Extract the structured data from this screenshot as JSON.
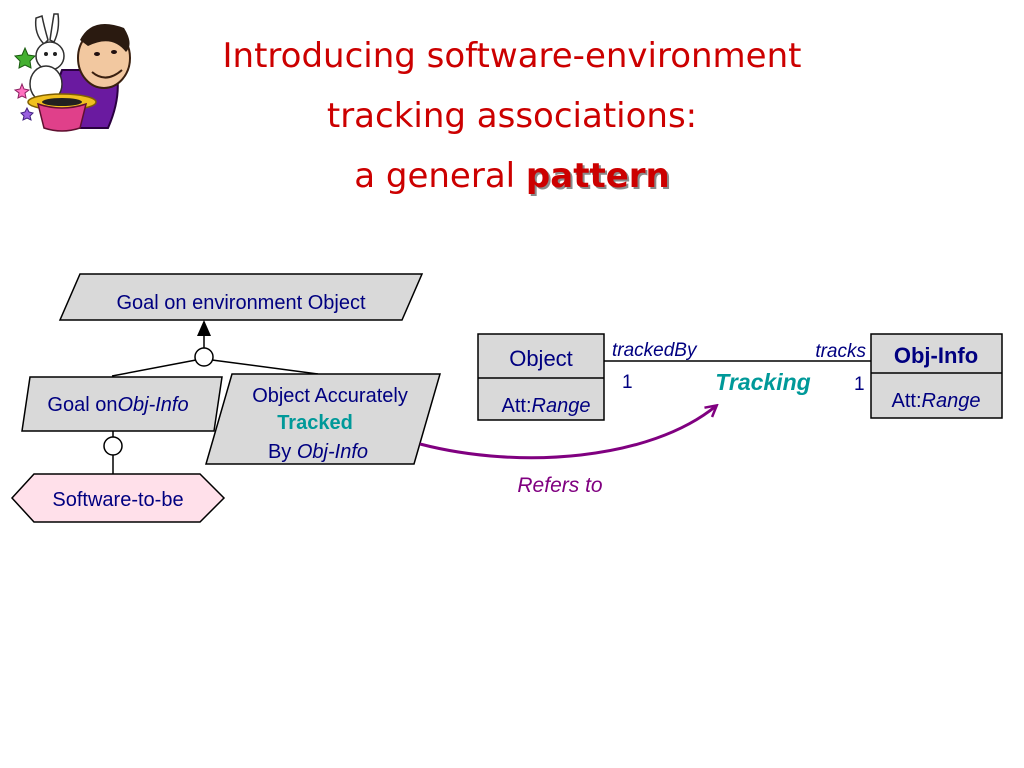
{
  "title": {
    "line1": "Introducing software-environment",
    "line2": "tracking associations:",
    "line3_prefix": "a general ",
    "line3_emphasis": "pattern"
  },
  "diagram": {
    "parent_goal": "Goal on environment Object",
    "left_goal_prefix": "Goal on",
    "left_goal_italic": "Obj-Info",
    "right_goal_line1": "Object Accurately",
    "right_goal_line2": "Tracked",
    "right_goal_line3_prefix": "By ",
    "right_goal_line3_italic": "Obj-Info",
    "agent": "Software-to-be",
    "object_entity": {
      "name": "Object",
      "attr_prefix": "Att:",
      "attr_italic": "Range"
    },
    "info_entity": {
      "name": "Obj-Info",
      "attr_prefix": "Att:",
      "attr_italic": "Range"
    },
    "association": {
      "name": "Tracking",
      "left_role": "trackedBy",
      "right_role": "tracks",
      "left_mult": "1",
      "right_mult": "1"
    },
    "refers_to": "Refers to"
  },
  "colors": {
    "title": "#cc0000",
    "goal_fill": "#d9d9d9",
    "agent_fill": "#ffe0ea",
    "text_blue": "#000080",
    "tracking": "#009999",
    "refers": "#800080"
  },
  "icons": [
    "magician-clipart-icon"
  ]
}
